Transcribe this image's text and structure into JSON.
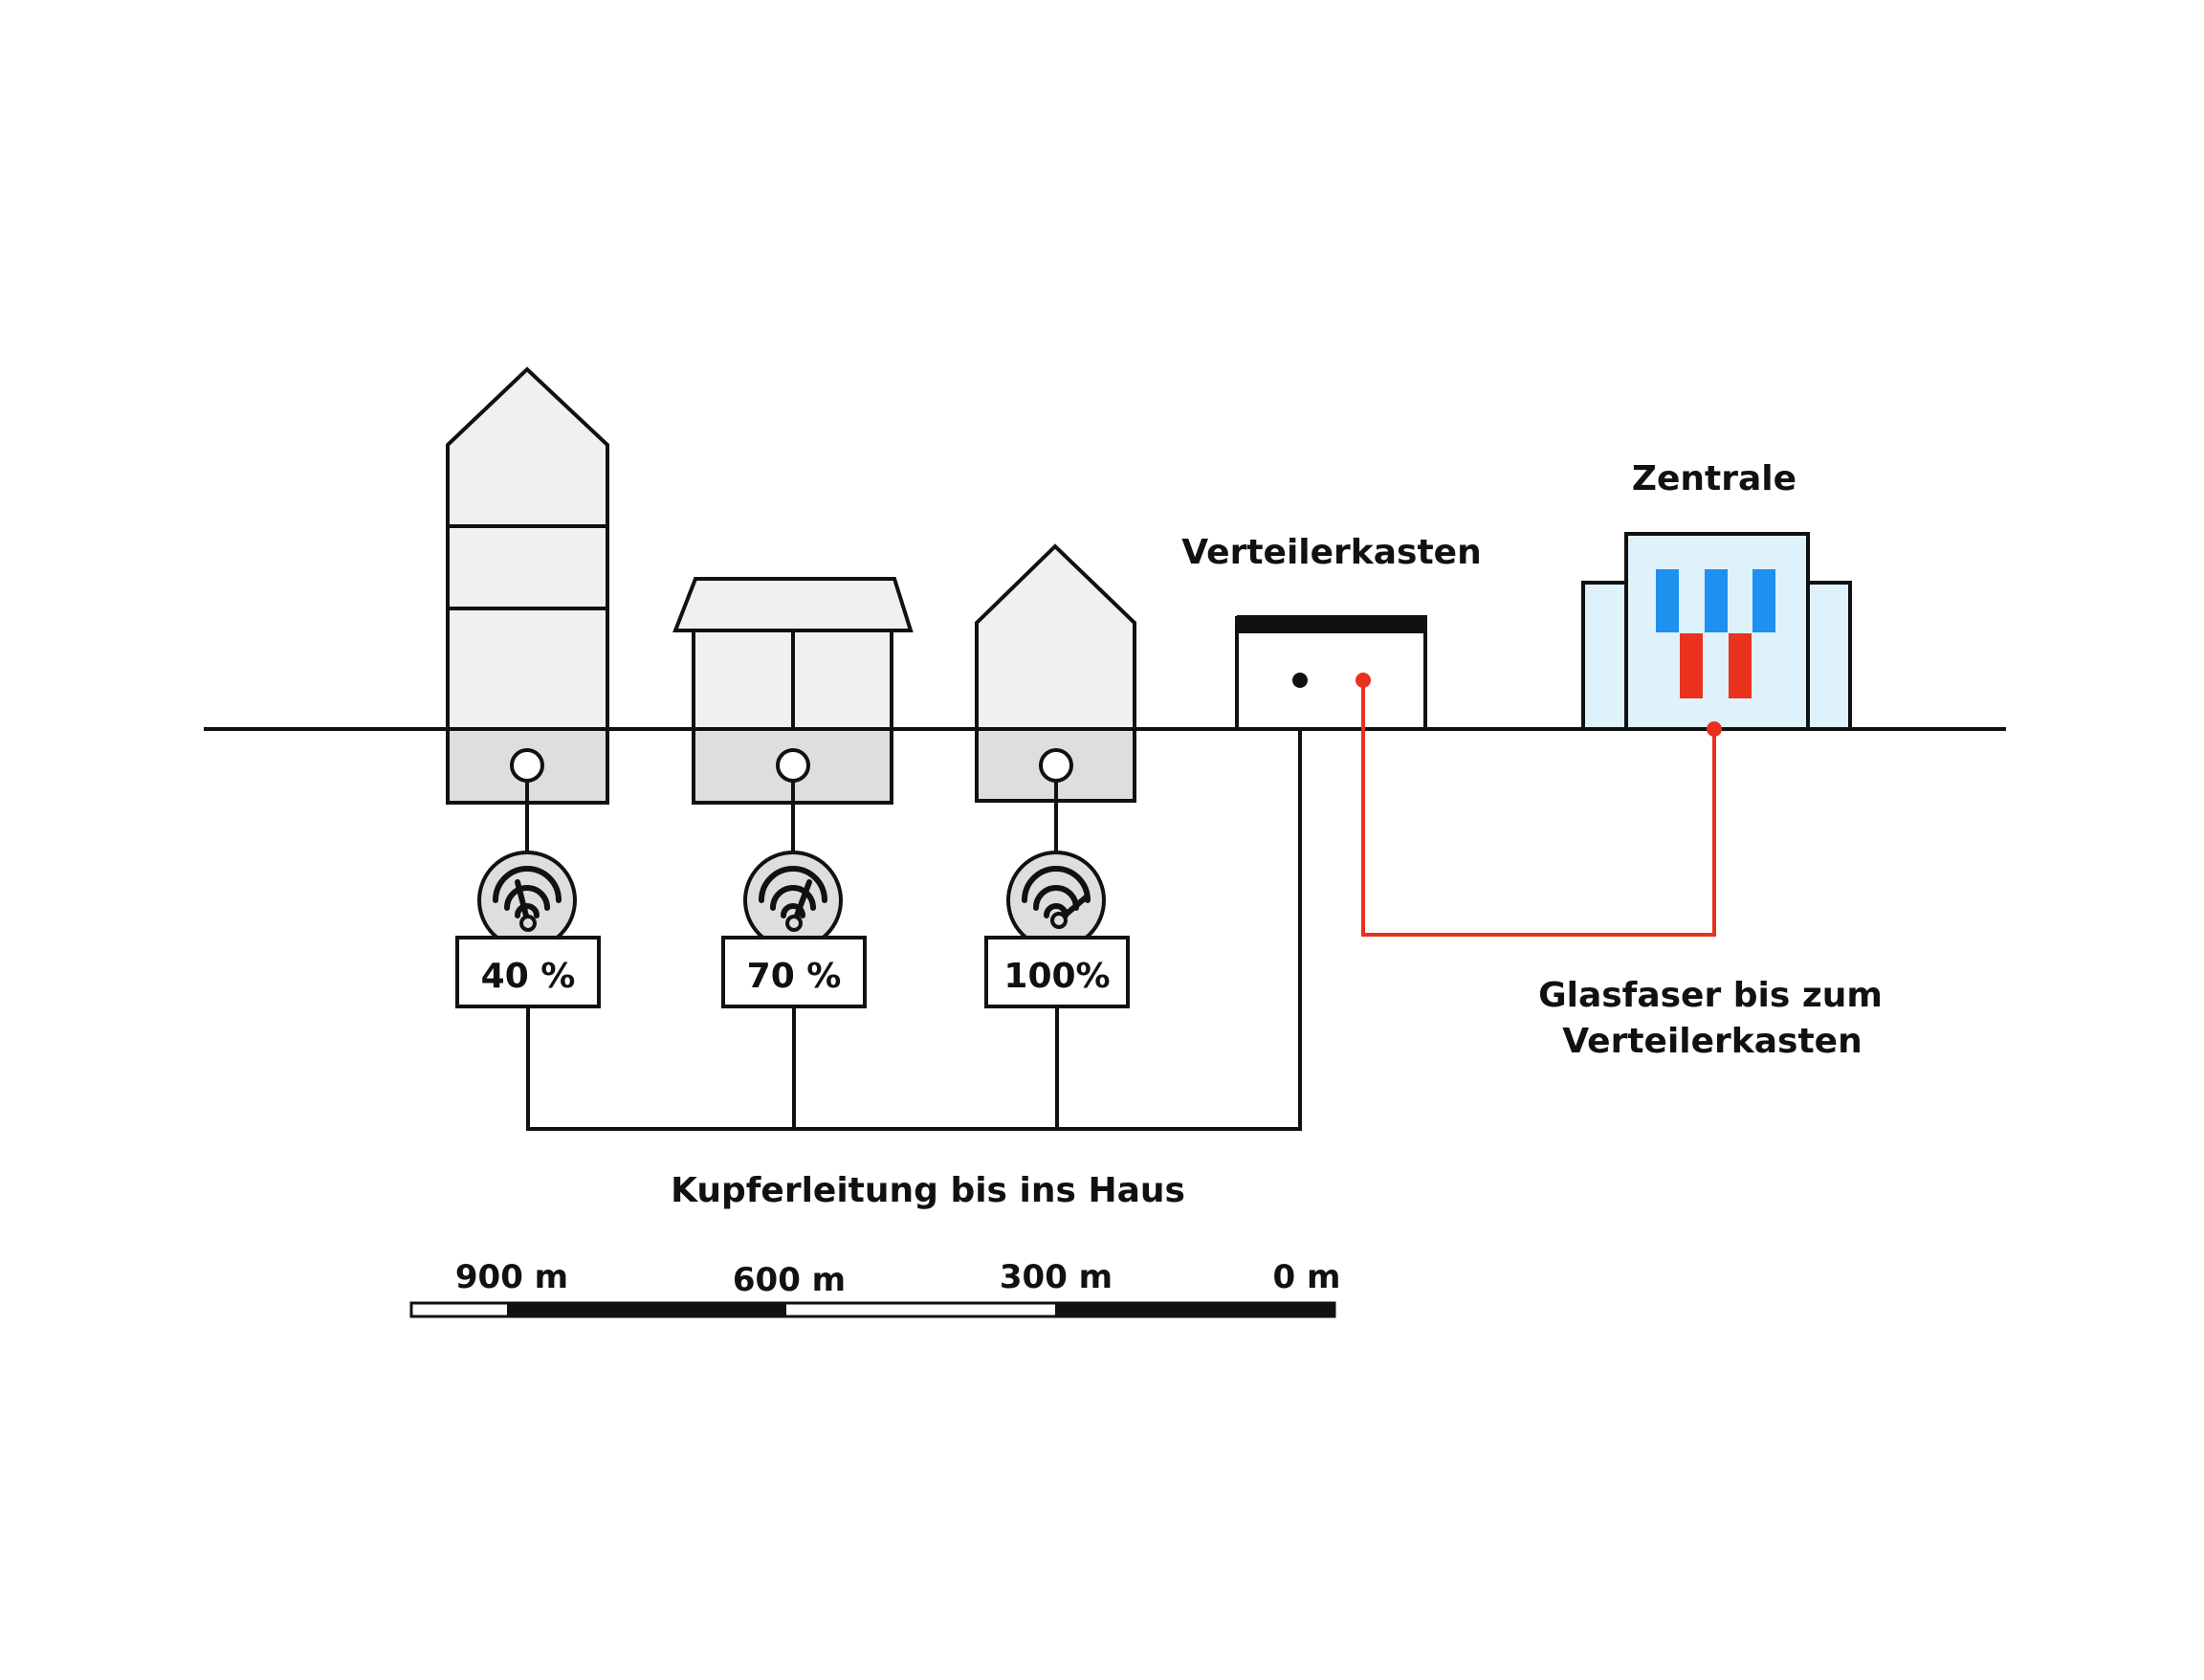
{
  "labels": {
    "zentrale": "Zentrale",
    "verteilerkasten": "Verteilerkasten",
    "kupfer": "Kupferleitung bis ins Haus",
    "glasfaser_line1": "Glasfaser bis zum",
    "glasfaser_line2": "Verteilerkasten"
  },
  "houses": [
    {
      "speed_label": "40 %",
      "speed_percent": 40
    },
    {
      "speed_label": "70 %",
      "speed_percent": 70
    },
    {
      "speed_label": "100%",
      "speed_percent": 100
    }
  ],
  "scale": {
    "ticks": [
      "900 m",
      "600 m",
      "300 m",
      "0 m"
    ]
  },
  "colors": {
    "line": "#111111",
    "fiber": "#e8321e",
    "house_fill": "#f0f0f0",
    "basement_fill": "#dedede",
    "zentrale_fill": "#dff1fb",
    "zentrale_blue": "#1e90ef",
    "zentrale_red": "#e8321e"
  },
  "icons": [
    "wifi-speed-gauge-icon"
  ]
}
